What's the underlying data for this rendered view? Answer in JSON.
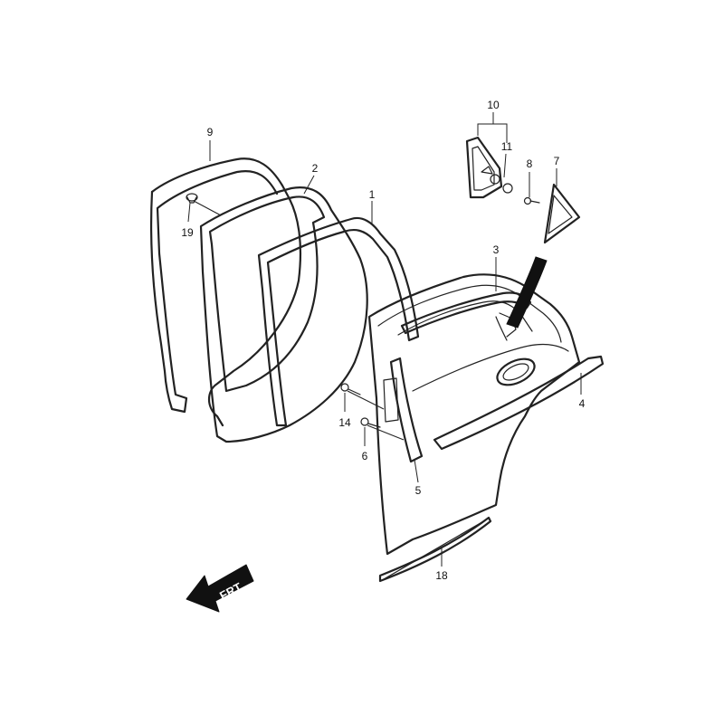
{
  "callouts": {
    "c1": "1",
    "c2": "2",
    "c3": "3",
    "c4": "4",
    "c5": "5",
    "c6": "6",
    "c7": "7",
    "c8": "8",
    "c9": "9",
    "c10": "10",
    "c11": "11",
    "c14": "14",
    "c18": "18",
    "c19": "19"
  },
  "direction_arrow": {
    "label": "FRT"
  },
  "icons": {
    "direction": "front-direction-arrow-icon"
  },
  "colors": {
    "line": "#222222",
    "background": "#ffffff",
    "arrow_fill": "#111111"
  }
}
